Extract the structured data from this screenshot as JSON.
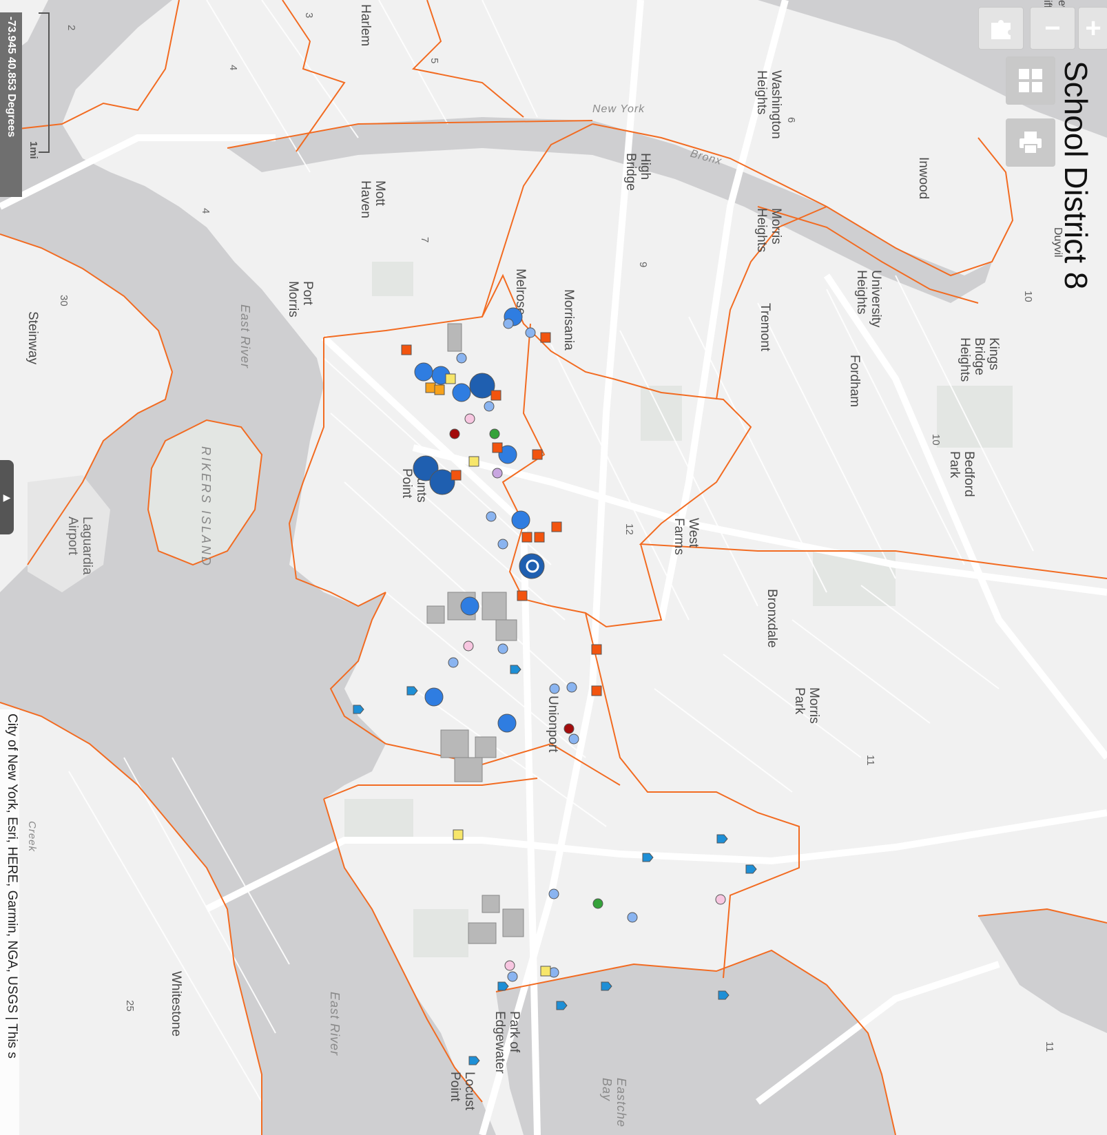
{
  "map": {
    "title": "School District 8",
    "coordinates": "-73.945 40.853 Degrees",
    "scale_label": "1mi",
    "attribution": "City of New York, Esri, HERE, Garmin, NGA, USGS | This s",
    "colors": {
      "land": "#f1f1f1",
      "water": "#cfcfd1",
      "park": "#e3e6e3",
      "road": "#ffffff",
      "boundary": "#f26b21",
      "building": "#b8b8b8"
    },
    "labels": {
      "harlem": "Harlem",
      "mott_haven": "Mott\nHaven",
      "port_morris": "Port\nMorris",
      "melrose": "Melrose",
      "morrisania": "Morrisania",
      "high_bridge": "High\nBridge",
      "washington_heights": "Washington\nHeights",
      "morris_heights": "Morris\nHeights",
      "inwood": "Inwood",
      "tremont": "Tremont",
      "university_heights": "University\nHeights",
      "fordham": "Fordham",
      "kingsbridge_heights": "Kings\nBridge\nHeights",
      "bedford_park": "Bedford\nPark",
      "hunts_point": "Hunts\nPoint",
      "west_farms": "West\nFarms",
      "bronxdale": "Bronxdale",
      "morris_park": "Morris\nPark",
      "unionport": "Unionport",
      "laguardia": "Laguardia\nAirport",
      "steinway": "Steinway",
      "whitestone": "Whitestone",
      "park_of_edgewater": "Park of\nEdgewater",
      "locust_point": "Locust\nPoint",
      "east_river_1": "East River",
      "east_river_2": "East River",
      "eastchester_bay": "Eastche\nBay",
      "rikers": "RIKERS ISLAND",
      "creek": "Creek",
      "bronx_river": "Bronx",
      "new_york": "New York",
      "duyvil": "Duyvil",
      "edgewood": "ewood\niffs",
      "n2": "2",
      "n3": "3",
      "n4a": "4",
      "n4b": "4",
      "n5": "5",
      "n6": "6",
      "n7": "7",
      "n9": "9",
      "n10a": "10",
      "n10b": "10",
      "n11a": "11",
      "n11b": "11",
      "n12": "12",
      "n25": "25",
      "n30": "30"
    },
    "markers": [
      {
        "shape": "circle",
        "color": "#2f7de1",
        "size": "large"
      },
      {
        "shape": "circle",
        "color": "#8ab4f0",
        "size": "small"
      },
      {
        "shape": "circle",
        "color": "#1f5fb0",
        "size": "xlarge"
      },
      {
        "shape": "square",
        "color": "#f2540f"
      },
      {
        "shape": "square",
        "color": "#f7e66a"
      },
      {
        "shape": "square",
        "color": "#f7a21b"
      },
      {
        "shape": "circle",
        "color": "#a30c0c"
      },
      {
        "shape": "circle",
        "color": "#f7c6e0"
      },
      {
        "shape": "circle",
        "color": "#35a23a"
      },
      {
        "shape": "circle",
        "color": "#c8a6e0"
      },
      {
        "shape": "pentagon",
        "color": "#1e8fd6"
      }
    ]
  },
  "controls": {
    "zoom_in": "+",
    "zoom_out": "−",
    "locate_icon": "puzzle-icon",
    "basemap_icon": "grid-icon",
    "print_icon": "print-icon"
  }
}
